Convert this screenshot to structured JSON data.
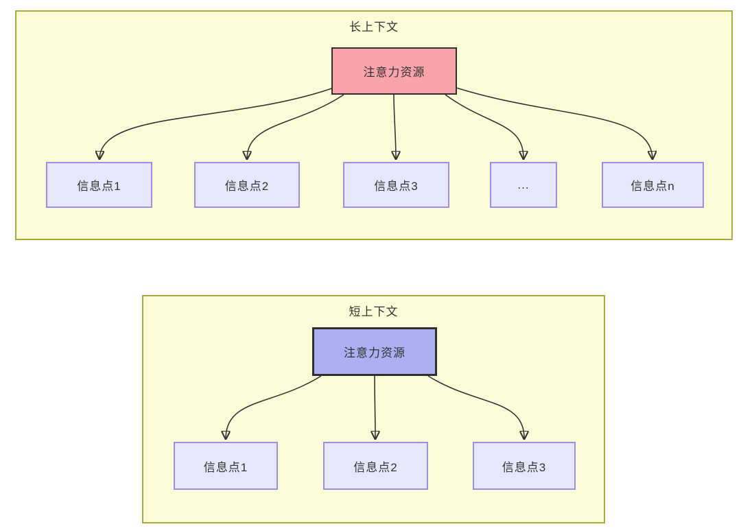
{
  "long_context": {
    "title": "长上下文",
    "root_label": "注意力资源",
    "root_fill": "#f9a4ab",
    "children": [
      "信息点1",
      "信息点2",
      "信息点3",
      "...",
      "信息点n"
    ]
  },
  "short_context": {
    "title": "短上下文",
    "root_label": "注意力资源",
    "root_fill": "#acaff2",
    "children": [
      "信息点1",
      "信息点2",
      "信息点3"
    ]
  },
  "colors": {
    "container_fill": "#fbfbd7",
    "container_border": "#a9a93c",
    "child_fill": "#e7e7fb",
    "child_border": "#9d8ce0",
    "root_border": "#2e2e2e",
    "arrow": "#333333",
    "text": "#333333",
    "page_background": "#ffffff"
  }
}
